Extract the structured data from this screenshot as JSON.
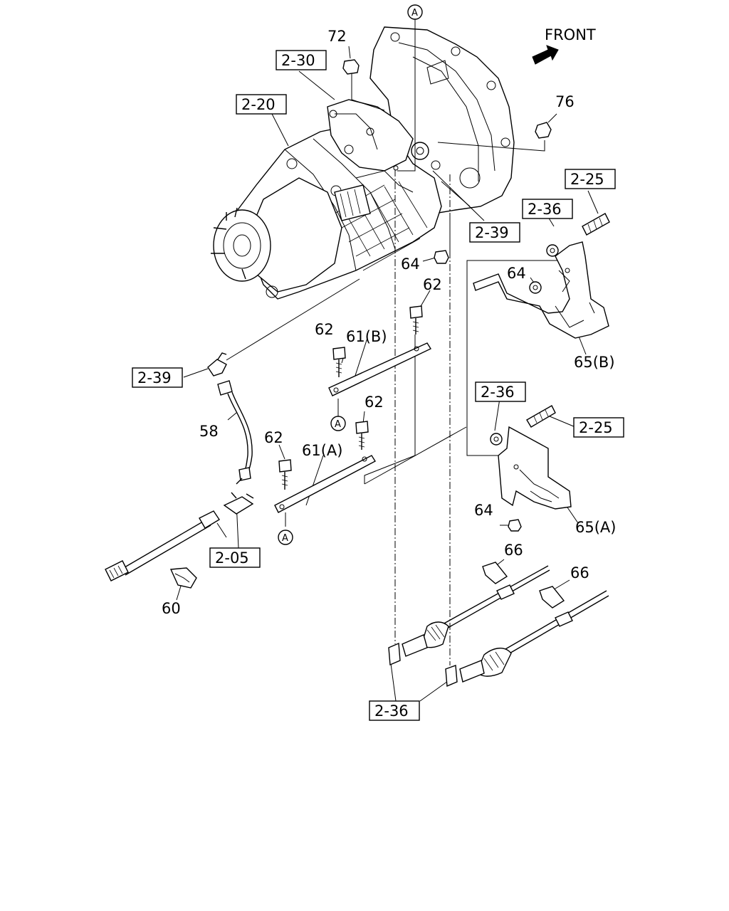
{
  "front_label": "FRONT",
  "ref_boxes": [
    {
      "id": "ref-2-30",
      "text": "2-30"
    },
    {
      "id": "ref-2-20",
      "text": "2-20"
    },
    {
      "id": "ref-2-25-top",
      "text": "2-25"
    },
    {
      "id": "ref-2-36-top",
      "text": "2-36"
    },
    {
      "id": "ref-2-39-right",
      "text": "2-39"
    },
    {
      "id": "ref-2-39-left",
      "text": "2-39"
    },
    {
      "id": "ref-2-36-mid",
      "text": "2-36"
    },
    {
      "id": "ref-2-25-mid",
      "text": "2-25"
    },
    {
      "id": "ref-2-05",
      "text": "2-05"
    },
    {
      "id": "ref-2-36-bottom",
      "text": "2-36"
    }
  ],
  "part_numbers": [
    {
      "id": "pn-72",
      "text": "72"
    },
    {
      "id": "pn-76",
      "text": "76"
    },
    {
      "id": "pn-64-a",
      "text": "64"
    },
    {
      "id": "pn-64-b",
      "text": "64"
    },
    {
      "id": "pn-62-a",
      "text": "62"
    },
    {
      "id": "pn-62-b",
      "text": "62"
    },
    {
      "id": "pn-61b",
      "text": "61(B)"
    },
    {
      "id": "pn-65b",
      "text": "65(B)"
    },
    {
      "id": "pn-58",
      "text": "58"
    },
    {
      "id": "pn-62-c",
      "text": "62"
    },
    {
      "id": "pn-62-d",
      "text": "62"
    },
    {
      "id": "pn-61a",
      "text": "61(A)"
    },
    {
      "id": "pn-64-c",
      "text": "64"
    },
    {
      "id": "pn-65a",
      "text": "65(A)"
    },
    {
      "id": "pn-66-a",
      "text": "66"
    },
    {
      "id": "pn-66-b",
      "text": "66"
    },
    {
      "id": "pn-60",
      "text": "60"
    }
  ],
  "circle_markers": [
    {
      "id": "mk-a-top",
      "text": "A"
    },
    {
      "id": "mk-a-mid",
      "text": "A"
    },
    {
      "id": "mk-a-low",
      "text": "A"
    }
  ]
}
